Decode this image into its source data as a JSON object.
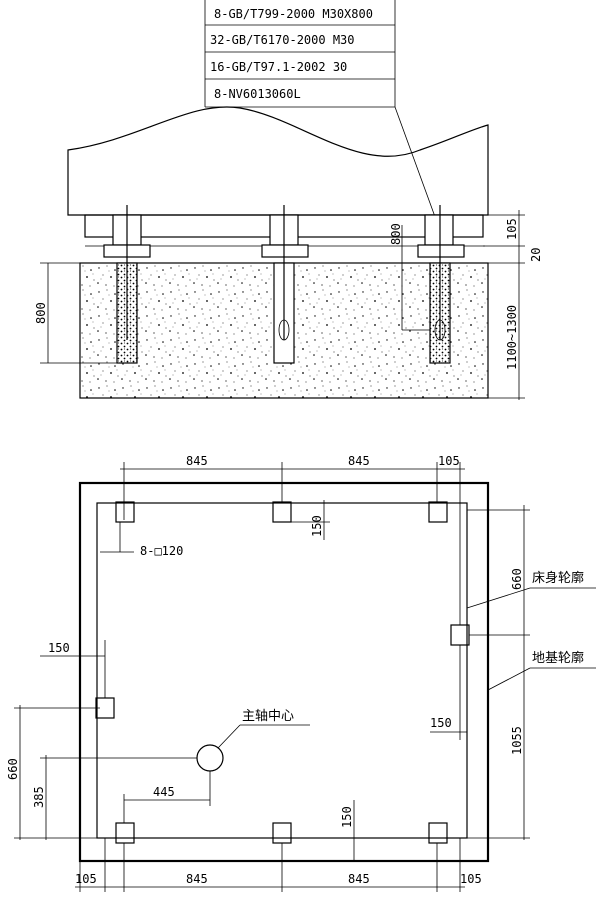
{
  "elevation": {
    "parts_list": [
      "8-GB/T799-2000 M30X800",
      "32-GB/T6170-2000 M30",
      "16-GB/T97.1-2002  30",
      "8-NV6013060L"
    ],
    "dims": {
      "bolt_depth": "800",
      "anchor_length": "800",
      "gap_top": "105",
      "grout": "20",
      "foundation_depth": "1100~1300"
    }
  },
  "plan": {
    "dims": {
      "top_845_a": "845",
      "top_845_b": "845",
      "top_105": "105",
      "bot_105_a": "105",
      "bot_845_a": "845",
      "bot_845_b": "845",
      "bot_105_b": "105",
      "offset_150_top": "150",
      "offset_150_bottom": "150",
      "offset_150_left": "150",
      "offset_150_right": "150",
      "right_660": "660",
      "right_1055": "1055",
      "left_660": "660",
      "left_385": "385",
      "spindle_445": "445",
      "pad_size": "8-□120"
    },
    "labels": {
      "bed_outline": "床身轮廓",
      "foundation_outline": "地基轮廓",
      "spindle_center": "主轴中心"
    }
  }
}
